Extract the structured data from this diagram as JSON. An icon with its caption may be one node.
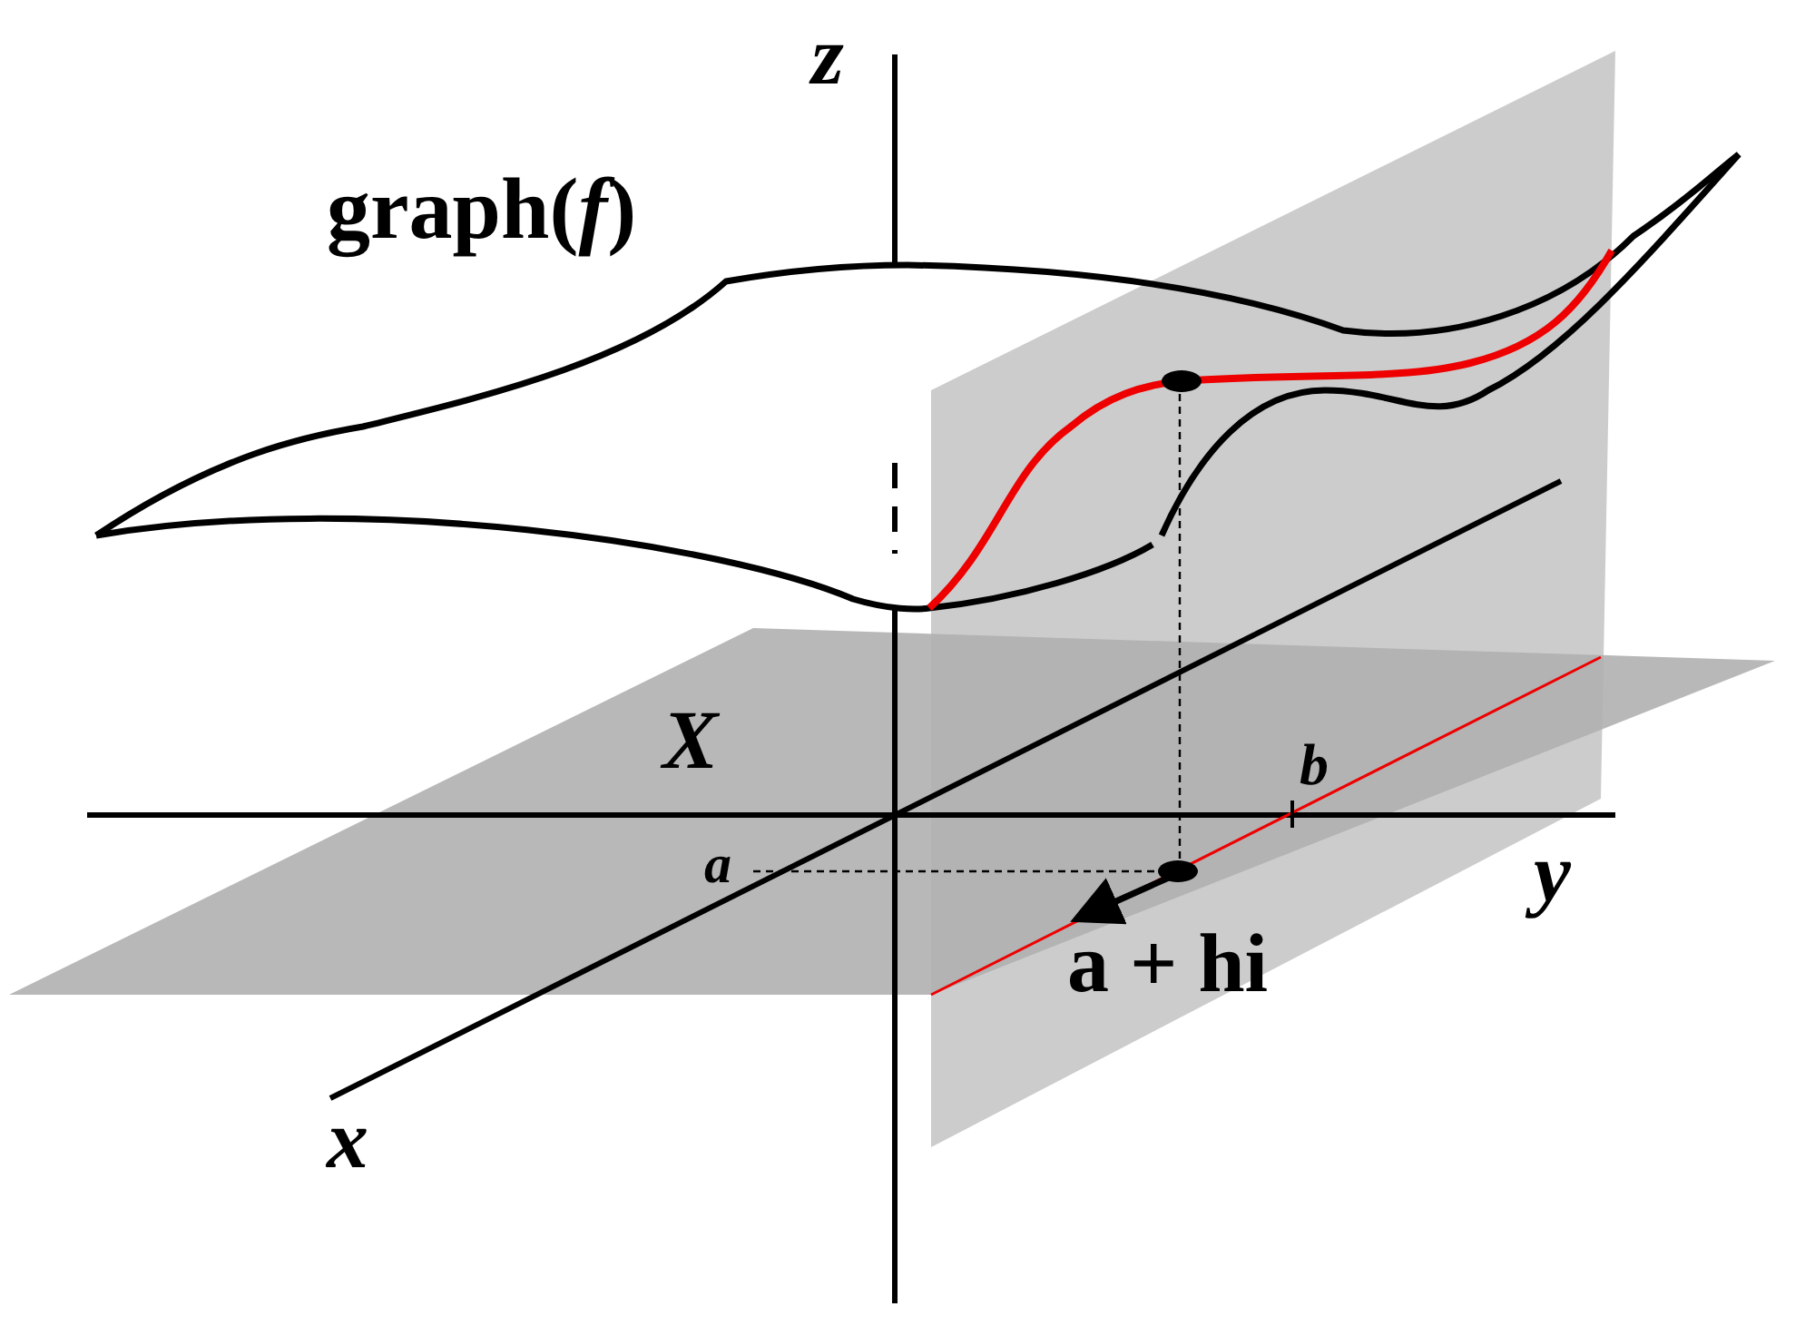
{
  "diagram": {
    "labels": [
      "z",
      "graph(*f*)",
      "X",
      "b",
      "a",
      "y",
      "a + hi",
      "x"
    ]
  }
}
